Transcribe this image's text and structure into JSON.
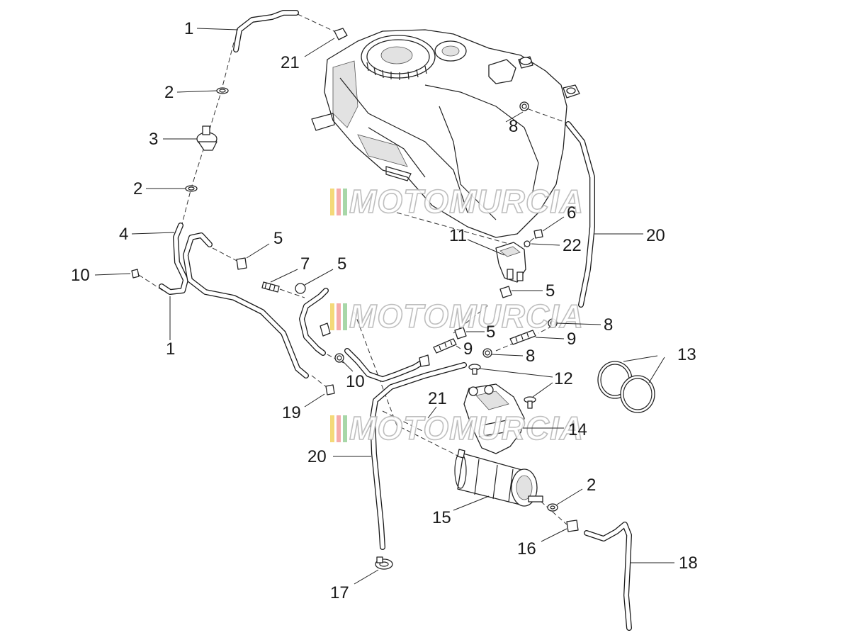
{
  "diagram": {
    "labels": [
      {
        "id": "l1a",
        "text": "1"
      },
      {
        "id": "l21a",
        "text": "21"
      },
      {
        "id": "l2a",
        "text": "2"
      },
      {
        "id": "l3",
        "text": "3"
      },
      {
        "id": "l2b",
        "text": "2"
      },
      {
        "id": "l4",
        "text": "4"
      },
      {
        "id": "l5a",
        "text": "5"
      },
      {
        "id": "l10a",
        "text": "10"
      },
      {
        "id": "l7",
        "text": "7"
      },
      {
        "id": "l5b",
        "text": "5"
      },
      {
        "id": "l1b",
        "text": "1"
      },
      {
        "id": "l8a",
        "text": "8"
      },
      {
        "id": "l6",
        "text": "6"
      },
      {
        "id": "l20a",
        "text": "20"
      },
      {
        "id": "l11",
        "text": "11"
      },
      {
        "id": "l22",
        "text": "22"
      },
      {
        "id": "l5c",
        "text": "5"
      },
      {
        "id": "l5d",
        "text": "5"
      },
      {
        "id": "l8b",
        "text": "8"
      },
      {
        "id": "l9a",
        "text": "9"
      },
      {
        "id": "l9b",
        "text": "9"
      },
      {
        "id": "l8c",
        "text": "8"
      },
      {
        "id": "l13",
        "text": "13"
      },
      {
        "id": "l10b",
        "text": "10"
      },
      {
        "id": "l12",
        "text": "12"
      },
      {
        "id": "l19",
        "text": "19"
      },
      {
        "id": "l21b",
        "text": "21"
      },
      {
        "id": "l14",
        "text": "14"
      },
      {
        "id": "l20b",
        "text": "20"
      },
      {
        "id": "l2c",
        "text": "2"
      },
      {
        "id": "l15",
        "text": "15"
      },
      {
        "id": "l16",
        "text": "16"
      },
      {
        "id": "l18",
        "text": "18"
      },
      {
        "id": "l17",
        "text": "17"
      }
    ],
    "watermark": "MOTOMURCIA",
    "colors": {
      "line": "#222222",
      "watermark_stripe_1": "#f3d56b",
      "watermark_stripe_2": "#f4a3a3",
      "watermark_stripe_3": "#9fd39f"
    }
  }
}
